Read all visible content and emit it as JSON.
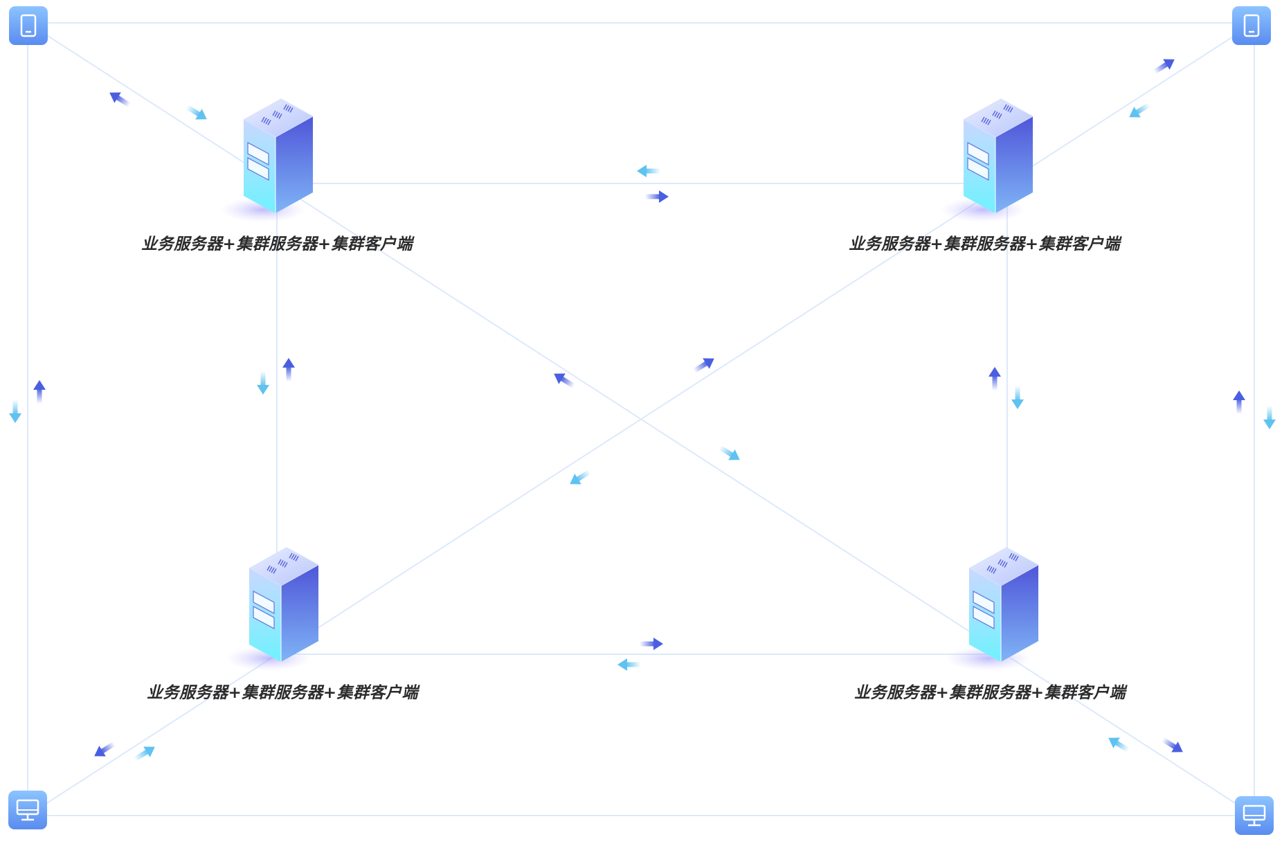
{
  "diagram": {
    "servers": [
      {
        "id": "server-top-left",
        "label": "业务服务器+集群服务器+集群客户端"
      },
      {
        "id": "server-top-right",
        "label": "业务服务器+集群服务器+集群客户端"
      },
      {
        "id": "server-bottom-left",
        "label": "业务服务器+集群服务器+集群客户端"
      },
      {
        "id": "server-bottom-right",
        "label": "业务服务器+集群服务器+集群客户端"
      }
    ],
    "devices": [
      {
        "id": "device-top-left",
        "icon": "tablet-icon"
      },
      {
        "id": "device-top-right",
        "icon": "tablet-icon"
      },
      {
        "id": "device-bottom-left",
        "icon": "monitor-icon"
      },
      {
        "id": "device-bottom-right",
        "icon": "monitor-icon"
      }
    ],
    "colors": {
      "line": "#dde9fb",
      "arrow_dark": "#4a5fe0",
      "arrow_light": "#5fc2f0",
      "server_front": "#5a67e8",
      "server_cyan": "#7ef0ff",
      "device": "#6fa8f5"
    }
  }
}
